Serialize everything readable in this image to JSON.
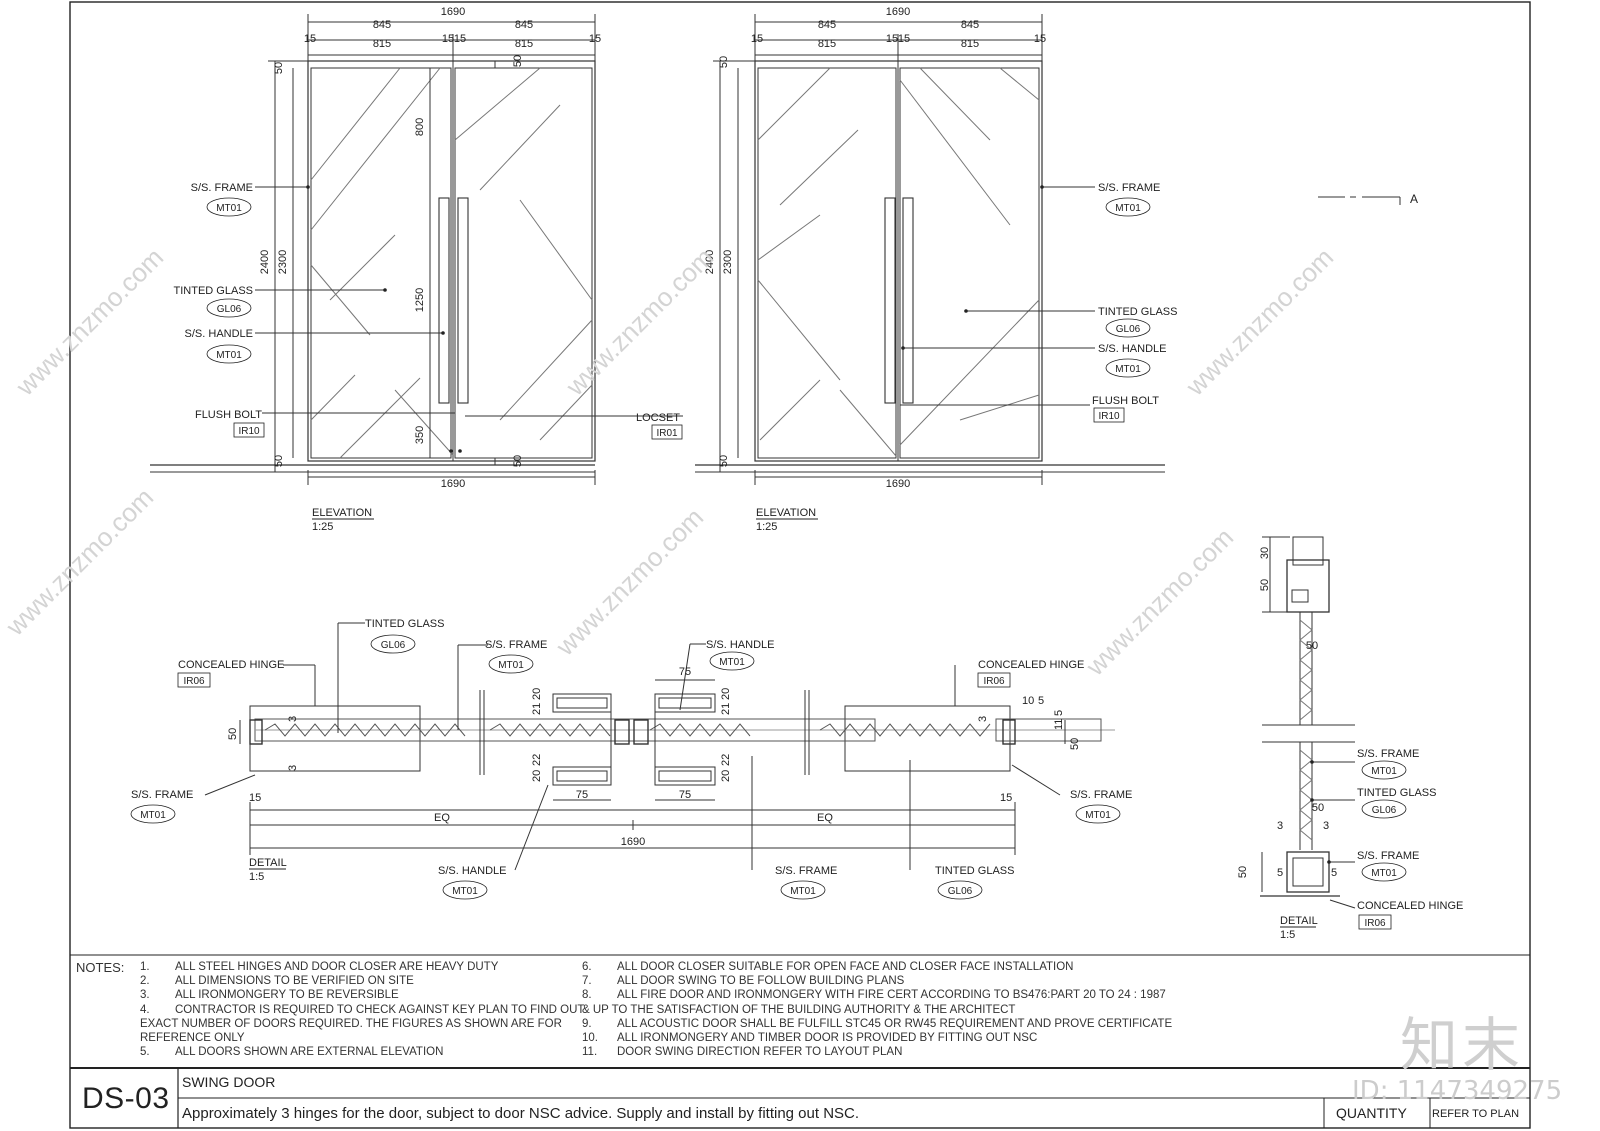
{
  "sheet": {
    "code": "DS-03",
    "title": "SWING DOOR",
    "description": "Approximately 3 hinges for the door, subject to door NSC advice. Supply and install by fitting out NSC.",
    "quantity_label": "QUANTITY",
    "quantity_value": "REFER TO PLAN"
  },
  "elevation_left": {
    "title": "ELEVATION",
    "scale": "1:25",
    "dims": {
      "overall_top": "1690",
      "leaf_left": "845",
      "leaf_right": "845",
      "glass_left": "815",
      "glass_right": "815",
      "edge_l": "15",
      "mid_a": "15",
      "mid_b": "15",
      "edge_r": "15",
      "top_rail": "50",
      "top_rail_r": "50",
      "height_overall": "2400",
      "height_leaf": "2300",
      "handle_top": "800",
      "handle_len": "1250",
      "bottom_off": "350",
      "bottom_rail": "50",
      "bottom_rail_r": "50",
      "overall_bottom": "1690"
    },
    "labels": {
      "frame": "S/S. FRAME",
      "frame_code": "MT01",
      "glass": "TINTED GLASS",
      "glass_code": "GL06",
      "handle": "S/S. HANDLE",
      "handle_code": "MT01",
      "bolt": "FLUSH BOLT",
      "bolt_code": "IR10",
      "lock": "LOCSET",
      "lock_code": "IR01"
    }
  },
  "elevation_right": {
    "title": "ELEVATION",
    "scale": "1:25",
    "dims": {
      "overall_top": "1690",
      "leaf_left": "845",
      "leaf_right": "845",
      "glass_left": "815",
      "glass_right": "815",
      "edge_l": "15",
      "mid_a": "15",
      "mid_b": "15",
      "edge_r": "15",
      "top_rail": "50",
      "height_overall": "2400",
      "height_leaf": "2300",
      "bottom_rail": "50",
      "overall_bottom": "1690"
    },
    "labels": {
      "frame": "S/S. FRAME",
      "frame_code": "MT01",
      "glass": "TINTED GLASS",
      "glass_code": "GL06",
      "handle": "S/S. HANDLE",
      "handle_code": "MT01",
      "bolt": "FLUSH BOLT",
      "bolt_code": "IR10"
    },
    "section_marker": "A"
  },
  "plan_detail": {
    "title": "DETAIL",
    "scale": "1:5",
    "labels": {
      "glass_top": "TINTED GLASS",
      "glass_top_code": "GL06",
      "frame_top": "S/S. FRAME",
      "frame_top_code": "MT01",
      "handle_top": "S/S. HANDLE",
      "handle_top_code": "MT01",
      "hinge_left": "CONCEALED HINGE",
      "hinge_left_code": "IR06",
      "hinge_right": "CONCEALED HINGE",
      "hinge_right_code": "IR06",
      "frame_left": "S/S. FRAME",
      "frame_left_code": "MT01",
      "frame_right": "S/S. FRAME",
      "frame_right_code": "MT01",
      "handle_bottom": "S/S. HANDLE",
      "handle_bottom_code": "MT01",
      "frame_bottom": "S/S. FRAME",
      "frame_bottom_code": "MT01",
      "glass_bottom": "TINTED GLASS",
      "glass_bottom_code": "GL06"
    },
    "dims": {
      "thick": "50",
      "gap_top": "3",
      "gap_bot": "3",
      "h21a": "21",
      "h20a": "20",
      "h20b": "20",
      "h22a": "22",
      "h75a": "75",
      "h75b": "75",
      "h21b": "21",
      "h20c": "20",
      "h20d": "20",
      "h22b": "22",
      "h75c": "75",
      "r10": "10",
      "r5": "5",
      "r11": "11",
      "r5b": "5",
      "r50": "50",
      "r3": "3",
      "edge_l": "15",
      "edge_r": "15",
      "eq_l": "EQ",
      "eq_r": "EQ",
      "overall": "1690"
    }
  },
  "section_detail": {
    "title": "DETAIL",
    "scale": "1:5",
    "labels": {
      "frame_a": "S/S. FRAME",
      "frame_a_code": "MT01",
      "glass": "TINTED GLASS",
      "glass_code": "GL06",
      "frame_b": "S/S. FRAME",
      "frame_b_code": "MT01",
      "hinge": "CONCEALED HINGE",
      "hinge_code": "IR06"
    },
    "dims": {
      "d30": "30",
      "d50a": "50",
      "d50b": "50",
      "d50c": "50",
      "d3a": "3",
      "d3b": "3",
      "d5a": "5",
      "d5b": "5",
      "d50d": "50"
    }
  },
  "notes": {
    "label": "NOTES:",
    "left": [
      {
        "n": "1.",
        "t": "ALL STEEL HINGES AND DOOR CLOSER ARE HEAVY DUTY"
      },
      {
        "n": "2.",
        "t": "ALL DIMENSIONS TO BE VERIFIED ON SITE"
      },
      {
        "n": "3.",
        "t": "ALL IRONMONGERY TO BE REVERSIBLE"
      },
      {
        "n": "4.",
        "t": "CONTRACTOR IS REQUIRED TO CHECK AGAINST KEY PLAN TO FIND OUT"
      },
      {
        "n": "",
        "t": "EXACT NUMBER OF DOORS REQUIRED. THE FIGURES AS SHOWN ARE FOR"
      },
      {
        "n": "",
        "t": "REFERENCE ONLY"
      },
      {
        "n": "5.",
        "t": "ALL DOORS SHOWN ARE EXTERNAL ELEVATION"
      }
    ],
    "right": [
      {
        "n": "6.",
        "t": "ALL DOOR CLOSER SUITABLE FOR OPEN FACE AND CLOSER FACE INSTALLATION"
      },
      {
        "n": "7.",
        "t": "ALL DOOR SWING TO BE FOLLOW BUILDING PLANS"
      },
      {
        "n": "8.",
        "t": "ALL FIRE DOOR AND IRONMONGERY WITH FIRE CERT ACCORDING TO BS476:PART 20 TO 24 : 1987"
      },
      {
        "n": "",
        "t": "& UP TO THE SATISFACTION OF THE BUILDING AUTHORITY & THE ARCHITECT"
      },
      {
        "n": "9.",
        "t": "ALL ACOUSTIC DOOR SHALL BE FULFILL STC45 OR RW45 REQUIREMENT AND PROVE CERTIFICATE"
      },
      {
        "n": "10.",
        "t": "ALL IRONMONGERY AND TIMBER DOOR IS PROVIDED BY FITTING OUT NSC"
      },
      {
        "n": "11.",
        "t": "DOOR SWING DIRECTION REFER TO LAYOUT PLAN"
      }
    ]
  },
  "watermark": {
    "site": "www.znzmo.com",
    "brand": "知末",
    "id": "ID: 1147349275"
  }
}
